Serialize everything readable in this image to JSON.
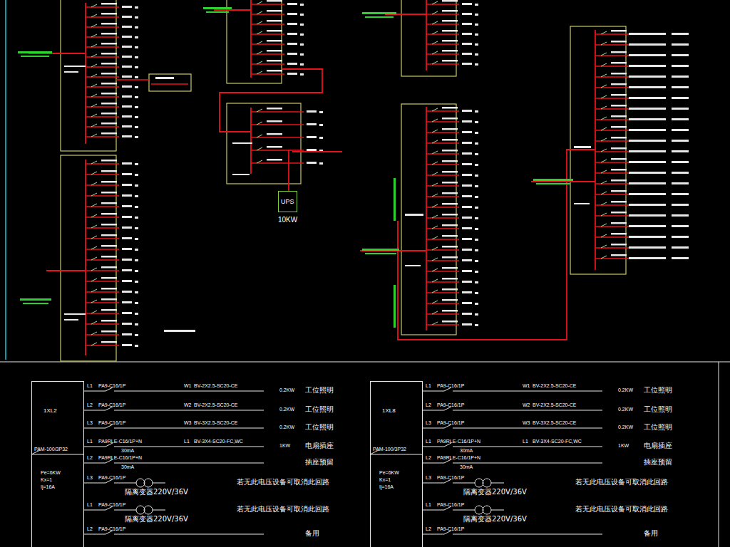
{
  "diagram": {
    "nodes": [
      {
        "text": [
          "UPS",
          "10KW"
        ]
      },
      {
        "text": [
          "1XL2",
          "PAM-100/3P32",
          "Pe=6KW",
          "Kx=1",
          "Ij=16A"
        ]
      },
      {
        "text": [
          "1XL8",
          "PAM-100/3P32",
          "Pe=6KW",
          "Kx=1",
          "Ij=16A"
        ]
      }
    ],
    "labels": [
      "L1",
      "PA9-C16/1P",
      "W1",
      "BV-2X2.5-SC20-CE",
      "0.2KW",
      "工位照明",
      "L2",
      "PA9-C16/1P",
      "W2",
      "BV-2X2.5-SC20-CE",
      "0.2KW",
      "工位照明",
      "L3",
      "PA9-C16/1P",
      "W3",
      "BV-3X2.5-SC20-CE",
      "0.2KW",
      "工位照明",
      "L1",
      "PA9RLE-C16/1P+N",
      "30mA",
      "L1",
      "BV-3X4-SC20-FC,WC",
      "1KW",
      "电扇插座",
      "L2",
      "PA9RLE-C16/1P+N",
      "30mA",
      "插座预留",
      "L3",
      "PA9-C16/1P",
      "隔离变器220V/36V",
      "若无此电压设备可取消此回路",
      "L1",
      "PA9-C16/1P",
      "隔离变器220V/36V",
      "若无此电压设备可取消此回路",
      "L2",
      "PA9-C16/1P",
      "备用",
      "L1",
      "PA9-C16/1P",
      "W1",
      "BV-2X2.5-SC20-CE",
      "0.2KW",
      "工位照明",
      "L2",
      "PA9-C16/1P",
      "W2",
      "BV-2X2.5-SC20-CE",
      "0.2KW",
      "工位照明",
      "L3",
      "PA9-C16/1P",
      "W3",
      "BV-3X2.5-SC20-CE",
      "0.2KW",
      "工位照明",
      "L1",
      "PA9RLE-C16/1P+N",
      "30mA",
      "L1",
      "BV-3X4-SC20-FC,WC",
      "1KW",
      "电扇插座",
      "L2",
      "PA9RLE-C16/1P+N",
      "30mA",
      "插座预留",
      "L3",
      "PA9-C16/1P",
      "隔离变器220V/36V",
      "若无此电压设备可取消此回路",
      "L1",
      "PA9-C16/1P",
      "隔离变器220V/36V",
      "若无此电压设备可取消此回路",
      "L2",
      "PA9-C16/1P",
      "备用"
    ]
  }
}
